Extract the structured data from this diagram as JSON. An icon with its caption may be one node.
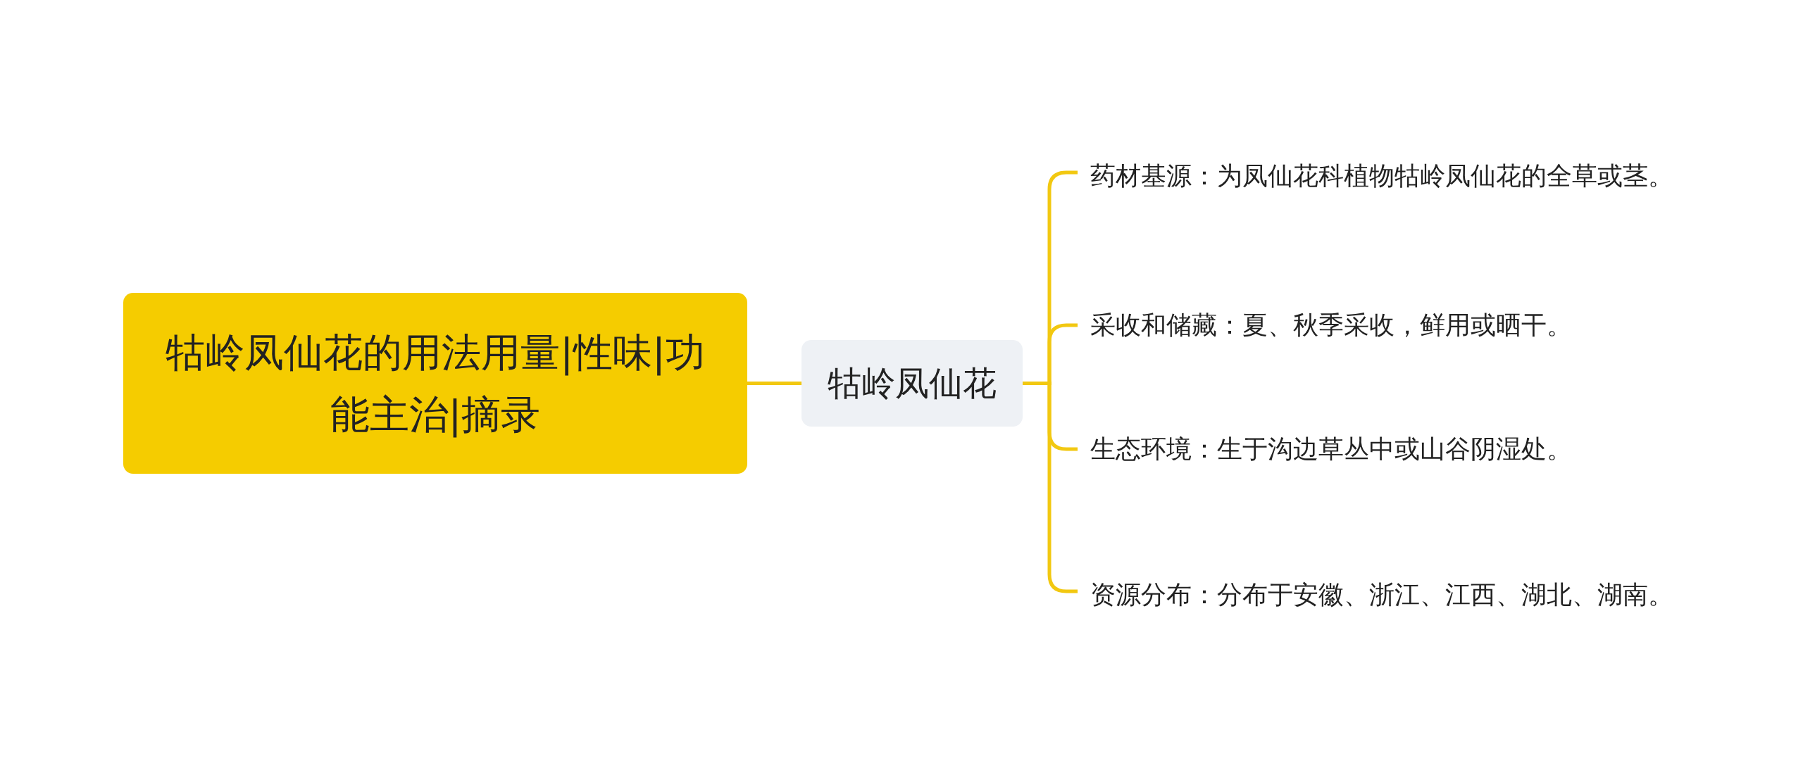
{
  "diagram": {
    "nodes": [
      {
        "text": [
          "牯岭凤仙花的用法用量|性味|功能主治|摘录"
        ]
      },
      {
        "text": [
          "牯岭凤仙花"
        ]
      },
      {
        "text": [
          "药材基源：为凤仙花科植物牯岭凤仙花的全草或茎。"
        ]
      },
      {
        "text": [
          "采收和储藏：夏、秋季采收，鲜用或晒干。"
        ]
      },
      {
        "text": [
          "生态环境：生于沟边草丛中或山谷阴湿处。"
        ]
      },
      {
        "text": [
          "资源分布：分布于安徽、浙江、江西、湖北、湖南。"
        ]
      }
    ],
    "edges": [
      {
        "from": 0,
        "to": 1,
        "arrow": "none"
      },
      {
        "from": 1,
        "to": 2,
        "arrow": "none"
      },
      {
        "from": 1,
        "to": 3,
        "arrow": "none"
      },
      {
        "from": 1,
        "to": 4,
        "arrow": "none"
      },
      {
        "from": 1,
        "to": 5,
        "arrow": "none"
      }
    ]
  }
}
